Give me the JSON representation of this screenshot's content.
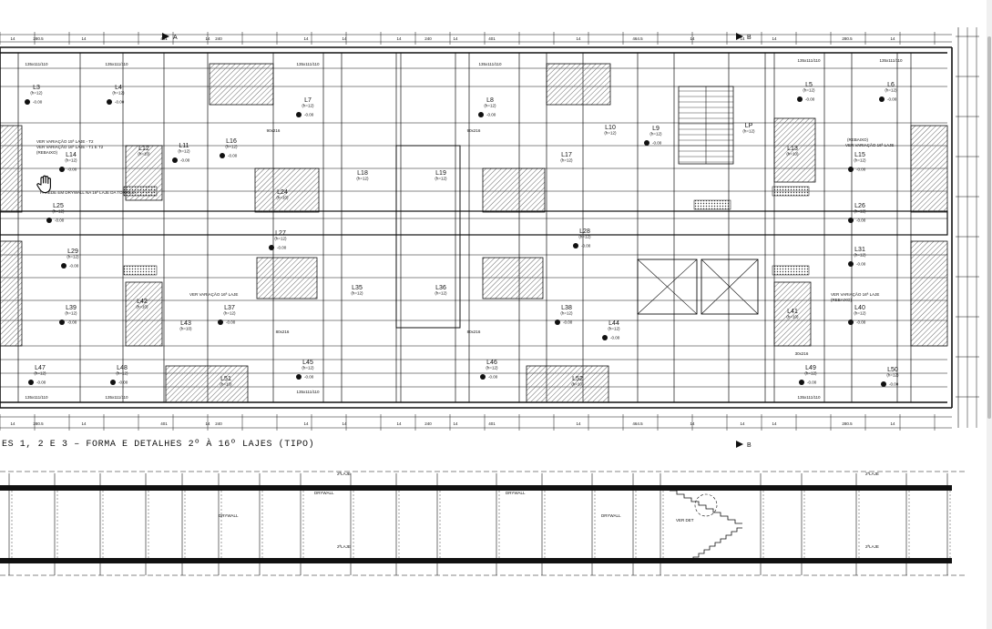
{
  "plan": {
    "title": "ES 1, 2 E 3 – FORMA E DETALHES 2º À 16º LAJES (TIPO)",
    "slabs": [
      {
        "label": "L3",
        "sub": "(h=12)",
        "value": "-0.00"
      },
      {
        "label": "L4",
        "sub": "(h=12)",
        "value": "-0.00"
      },
      {
        "label": "L5",
        "sub": "(h=12)",
        "value": "-0.00"
      },
      {
        "label": "L6",
        "sub": "(h=12)",
        "value": "-0.00"
      },
      {
        "label": "L7",
        "sub": "(h=12)",
        "value": "-0.00"
      },
      {
        "label": "L8",
        "sub": "(h=12)",
        "value": "-0.00"
      },
      {
        "label": "L9",
        "sub": "(h=12)",
        "value": "-0.00"
      },
      {
        "label": "L10",
        "sub": "(h=12)",
        "value": ""
      },
      {
        "label": "L11",
        "sub": "(h=12)",
        "value": "-0.00"
      },
      {
        "label": "L12",
        "sub": "(h=10)",
        "value": ""
      },
      {
        "label": "L13",
        "sub": "(h=10)",
        "value": ""
      },
      {
        "label": "L14",
        "sub": "(h=12)",
        "value": "-0.00"
      },
      {
        "label": "L15",
        "sub": "(h=12)",
        "value": "-0.00"
      },
      {
        "label": "L16",
        "sub": "(h=12)",
        "value": "-0.00"
      },
      {
        "label": "L17",
        "sub": "(h=12)",
        "value": ""
      },
      {
        "label": "L18",
        "sub": "(h=12)",
        "value": ""
      },
      {
        "label": "L19",
        "sub": "(h=12)",
        "value": ""
      },
      {
        "label": "L24",
        "sub": "(h=10)",
        "value": ""
      },
      {
        "label": "L25",
        "sub": "(h=12)",
        "value": "-0.00"
      },
      {
        "label": "L26",
        "sub": "(h=12)",
        "value": "-0.00"
      },
      {
        "label": "L27",
        "sub": "(h=12)",
        "value": "-0.00"
      },
      {
        "label": "L28",
        "sub": "(h=12)",
        "value": "-0.00"
      },
      {
        "label": "L29",
        "sub": "(h=12)",
        "value": "-0.00"
      },
      {
        "label": "L31",
        "sub": "(h=12)",
        "value": "-0.00"
      },
      {
        "label": "L35",
        "sub": "(h=12)",
        "value": ""
      },
      {
        "label": "L36",
        "sub": "(h=12)",
        "value": ""
      },
      {
        "label": "L37",
        "sub": "(h=12)",
        "value": "-0.00"
      },
      {
        "label": "L38",
        "sub": "(h=12)",
        "value": "-0.00"
      },
      {
        "label": "L39",
        "sub": "(h=12)",
        "value": "-0.00"
      },
      {
        "label": "L40",
        "sub": "(h=12)",
        "value": "-0.00"
      },
      {
        "label": "L41",
        "sub": "(h=10)",
        "value": ""
      },
      {
        "label": "L42",
        "sub": "(h=10)",
        "value": ""
      },
      {
        "label": "L43",
        "sub": "(h=10)",
        "value": ""
      },
      {
        "label": "L44",
        "sub": "(h=12)",
        "value": "-0.00"
      },
      {
        "label": "L45",
        "sub": "(h=12)",
        "value": "-0.00"
      },
      {
        "label": "L46",
        "sub": "(h=12)",
        "value": "-0.00"
      },
      {
        "label": "L47",
        "sub": "(h=12)",
        "value": "-0.00"
      },
      {
        "label": "L48",
        "sub": "(h=12)",
        "value": "-0.00"
      },
      {
        "label": "L49",
        "sub": "(h=12)",
        "value": "-0.00"
      },
      {
        "label": "L50",
        "sub": "(h=12)",
        "value": "-0.00"
      },
      {
        "label": "L51",
        "sub": "(h=10)",
        "value": ""
      },
      {
        "label": "L52",
        "sub": "(h=10)",
        "value": ""
      },
      {
        "label": "LP",
        "sub": "(h=12)",
        "value": ""
      }
    ],
    "notes": [
      "VER VARIAÇÃO 15ª LAJE - T2",
      "VER VARIAÇÃO 16ª LAJE - T1 E T2",
      "(REBAIXO)",
      "PAREDE EM DRYWALL NA 16ª LAJE DA TORRE 2",
      "VER VARIAÇÃO 16ª LAJE",
      "(REBAIXO)",
      "VER VARIAÇÃO 16ª LAJE",
      "VER VARIAÇÃO 16ª LAJE",
      "(REBAIXO)"
    ],
    "dimensions_top": [
      "14",
      "280.5",
      "14",
      "401",
      "14",
      "240",
      "14",
      "14",
      "14",
      "240",
      "14",
      "401",
      "14",
      "464.5",
      "14",
      "14",
      "14",
      "280.5",
      "14"
    ],
    "beam_labels": [
      "135x111/110",
      "135x111/110",
      "135x111/110",
      "135x111/110",
      "135x111/110",
      "135x111/110",
      "135x111/110",
      "135x111/110",
      "135x111/110",
      "135x111/110",
      "90x216",
      "90x216",
      "80x216",
      "80x216",
      "30x216"
    ],
    "section_marks": [
      "A",
      "B",
      "B"
    ]
  },
  "section": {
    "labels": [
      "DRYWALL",
      "DRYWALL",
      "DRYWALL",
      "DRYWALL",
      "VER DET",
      "2ªLAJE",
      "2ªLAJE",
      "2ªLAJE",
      "2ªLAJE"
    ]
  },
  "colors": {
    "line": "#111111",
    "hatch": "#555555",
    "background": "#ffffff"
  }
}
